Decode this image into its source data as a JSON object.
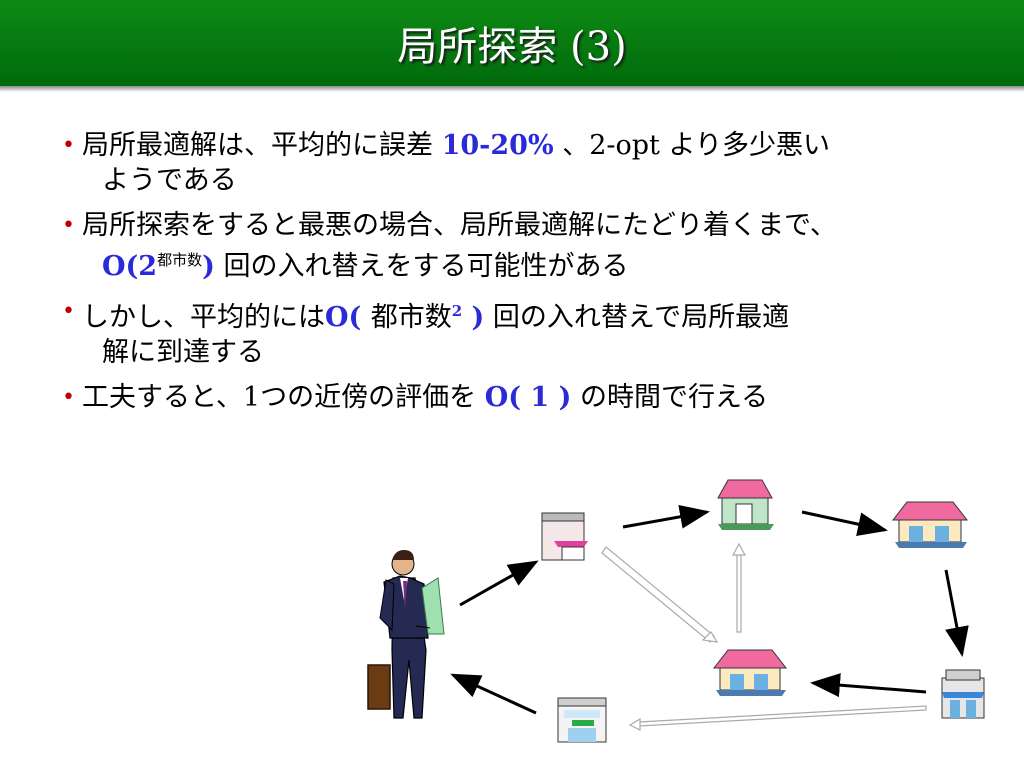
{
  "title": {
    "main": "局所探索 ",
    "num": "(3)"
  },
  "bullets": [
    {
      "a": "局所最適解は、平均的に誤差 ",
      "b": "10-20%",
      "c": " 、",
      "d": "2-opt",
      "e": " より多少悪い",
      "f": "ようである"
    },
    {
      "a": "局所探索をすると最悪の場合、局所最適解にたどり着くまで、",
      "b": "O(2",
      "c": "都市数",
      "d": ")",
      "e": " 回の入れ替えをする可能性がある"
    },
    {
      "a": "しかし、平均的には",
      "b": "O( ",
      "c": "都市数",
      "d": "2",
      "e": " )",
      "f": " 回の入れ替えで局所最適",
      "g": "解に到達する"
    },
    {
      "a": "工夫すると、",
      "b": "1",
      "c": "つの近傍の評価を ",
      "d": "O( 1 )",
      "e": " の時間で行える"
    }
  ],
  "colors": {
    "title_bg": "#0a7d10",
    "bullet": "#c00000",
    "highlight": "#2a2ad8"
  }
}
